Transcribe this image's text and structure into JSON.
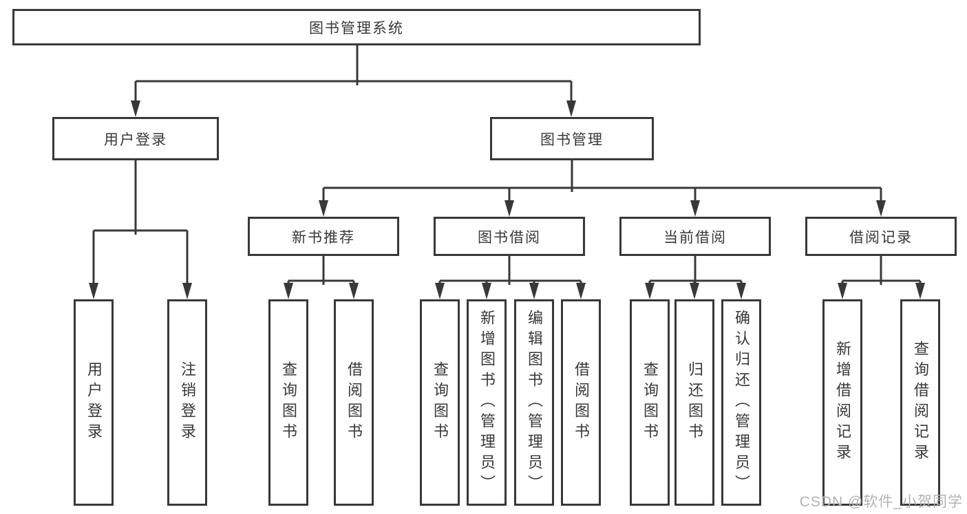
{
  "diagram_title": "图书管理系统",
  "tree": {
    "label": "图书管理系统",
    "children": [
      {
        "label": "用户登录",
        "children": [
          {
            "label": "用户登录"
          },
          {
            "label": "注销登录"
          }
        ]
      },
      {
        "label": "图书管理",
        "children": [
          {
            "label": "新书推荐",
            "children": [
              {
                "label": "查询图书"
              },
              {
                "label": "借阅图书"
              }
            ]
          },
          {
            "label": "图书借阅",
            "children": [
              {
                "label": "查询图书"
              },
              {
                "label": "新增图书（管理员）"
              },
              {
                "label": "编辑图书（管理员）"
              },
              {
                "label": "借阅图书"
              }
            ]
          },
          {
            "label": "当前借阅",
            "children": [
              {
                "label": "查询图书"
              },
              {
                "label": "归还图书"
              },
              {
                "label": "确认归还（管理员）"
              }
            ]
          },
          {
            "label": "借阅记录",
            "children": [
              {
                "label": "新增借阅记录"
              },
              {
                "label": "查询借阅记录"
              }
            ]
          }
        ]
      }
    ]
  },
  "watermark": {
    "text": "CSDN @软件_小贺同学"
  },
  "colors": {
    "line": "#383838",
    "text": "#383838",
    "background": "#ffffff",
    "watermark": "#b3b3b3"
  }
}
